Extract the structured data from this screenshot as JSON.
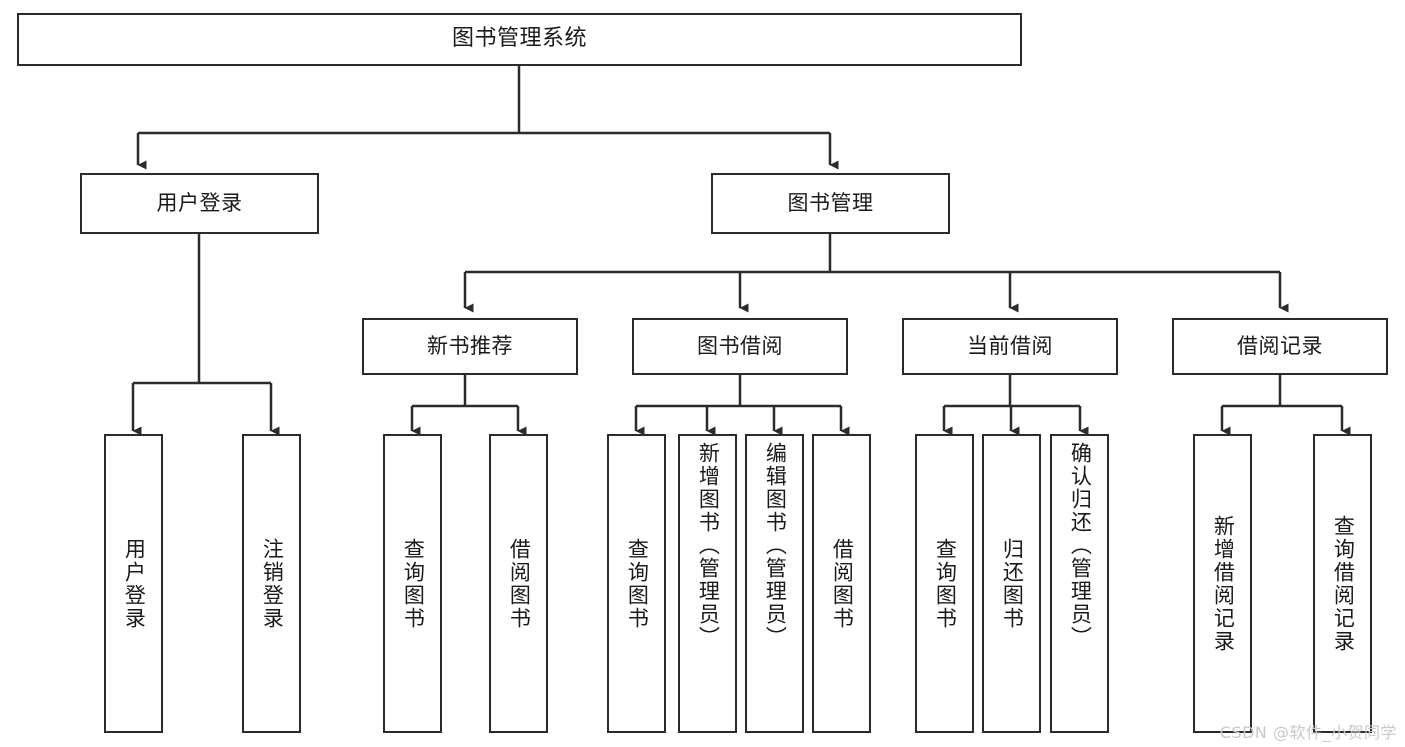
{
  "diagram": {
    "title": "图书管理系统",
    "type": "tree",
    "root": {
      "label": "图书管理系统"
    },
    "level2": [
      {
        "label": "用户登录"
      },
      {
        "label": "图书管理"
      }
    ],
    "level3": [
      {
        "label": "新书推荐"
      },
      {
        "label": "图书借阅"
      },
      {
        "label": "当前借阅"
      },
      {
        "label": "借阅记录"
      }
    ],
    "leaves": {
      "user_login": [
        {
          "label": "用户登录"
        },
        {
          "label": "注销登录"
        }
      ],
      "new_book_recommend": [
        {
          "label": "查询图书"
        },
        {
          "label": "借阅图书"
        }
      ],
      "book_borrow": [
        {
          "label": "查询图书"
        },
        {
          "label": "新增图书（管理员）"
        },
        {
          "label": "编辑图书（管理员）"
        },
        {
          "label": "借阅图书"
        }
      ],
      "current_borrow": [
        {
          "label": "查询图书"
        },
        {
          "label": "归还图书"
        },
        {
          "label": "确认归还（管理员）"
        }
      ],
      "borrow_record": [
        {
          "label": "新增借阅记录"
        },
        {
          "label": "查询借阅记录"
        }
      ]
    }
  },
  "watermark": {
    "text": "CSDN @软件_小贺同学"
  },
  "colors": {
    "stroke": "#2b2b2b",
    "background": "#ffffff",
    "text": "#1a1a1a",
    "watermark": "#c9c9c9"
  }
}
